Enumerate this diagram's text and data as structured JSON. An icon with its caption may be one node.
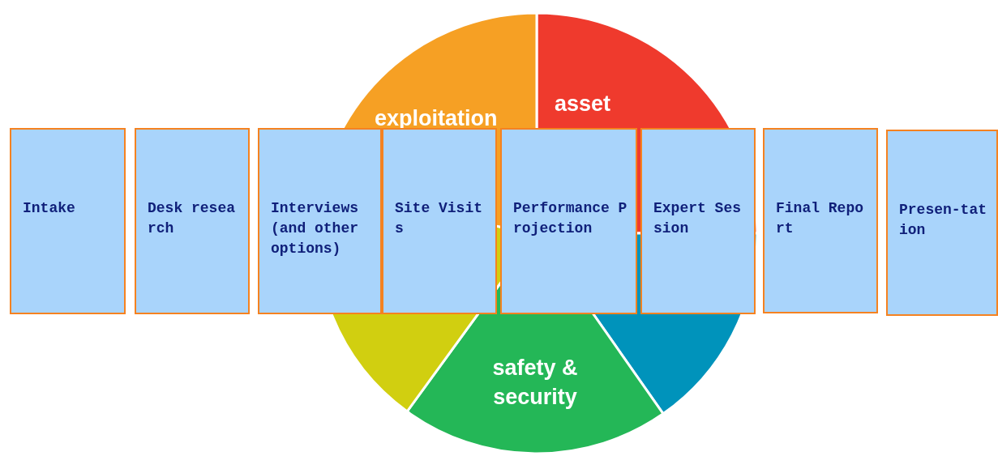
{
  "diagram": {
    "nodes": [
      {
        "text": [
          "Intake"
        ]
      },
      {
        "text": [
          "Desk research"
        ]
      },
      {
        "text": [
          "Interviews (and other options)"
        ]
      },
      {
        "text": [
          "Site Visits"
        ]
      },
      {
        "text": [
          "Performance Projection"
        ]
      },
      {
        "text": [
          "Expert Session"
        ]
      },
      {
        "text": [
          "Final Report"
        ]
      },
      {
        "text": [
          "Presen-tation"
        ]
      }
    ],
    "edges": [],
    "labels": [
      "exploitation",
      "asset",
      "safety & security"
    ]
  }
}
